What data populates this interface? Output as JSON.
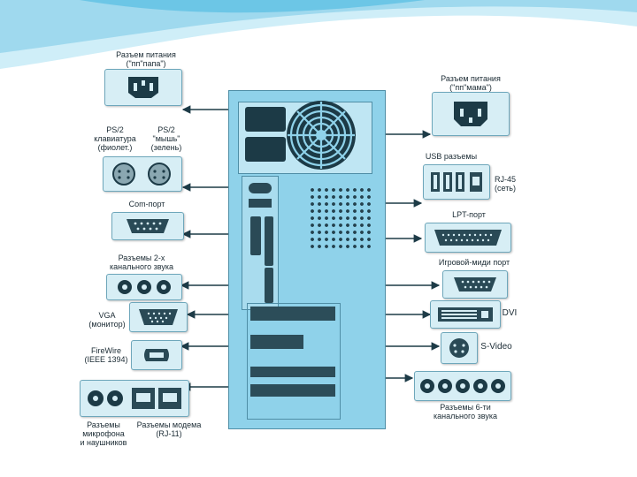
{
  "colors": {
    "tower": "#8fd2ea",
    "panel": "#d7eef5",
    "line": "#1d3b47",
    "swoosh": "#b9e3f1"
  },
  "left_labels": {
    "power_in_1": "Разъем питания",
    "power_in_2": "(\"пп\"папа\")",
    "ps2_kb_1": "PS/2",
    "ps2_kb_2": "клавиатура",
    "ps2_kb_3": "(фиолет.)",
    "ps2_mouse_1": "PS/2",
    "ps2_mouse_2": "\"мышь\"",
    "ps2_mouse_3": "(зелень)",
    "com": "Com-порт",
    "audio2_1": "Разъемы 2-х",
    "audio2_2": "канального звука",
    "vga_1": "VGA",
    "vga_2": "(монитор)",
    "firewire_1": "FireWire",
    "firewire_2": "(IEEE 1394)",
    "mic_1": "Разъемы",
    "mic_2": "микрофона",
    "mic_3": "и наушников",
    "modem_1": "Разъемы модема",
    "modem_2": "(RJ-11)"
  },
  "right_labels": {
    "power_out_1": "Разъем питания",
    "power_out_2": "(\"пп\"мама\")",
    "usb": "USB разъемы",
    "rj45_1": "RJ-45",
    "rj45_2": "(сеть)",
    "lpt": "LPT-порт",
    "game": "Игровой-миди порт",
    "dvi": "DVI",
    "svideo": "S-Video",
    "audio6_1": "Разъемы 6-ти",
    "audio6_2": "канального звука"
  }
}
